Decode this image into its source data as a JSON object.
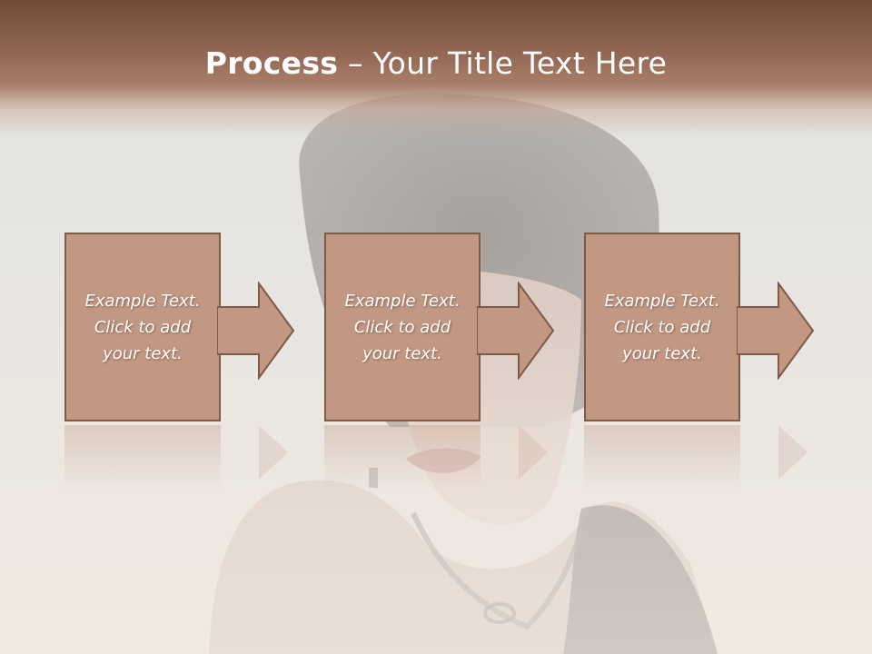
{
  "title": {
    "bold": "Process",
    "rest": " – Your Title Text Here"
  },
  "steps": [
    {
      "text": "Example Text.\nClick  to add\nyour text."
    },
    {
      "text": "Example Text.\nClick  to add\nyour text."
    },
    {
      "text": "Example Text.\nClick  to add\nyour text."
    }
  ],
  "colors": {
    "header": "#8e6450",
    "box_fill": "#c29883",
    "box_border": "#7e5a49",
    "text": "#ffffff"
  },
  "icons": [
    "right-arrow-icon"
  ]
}
